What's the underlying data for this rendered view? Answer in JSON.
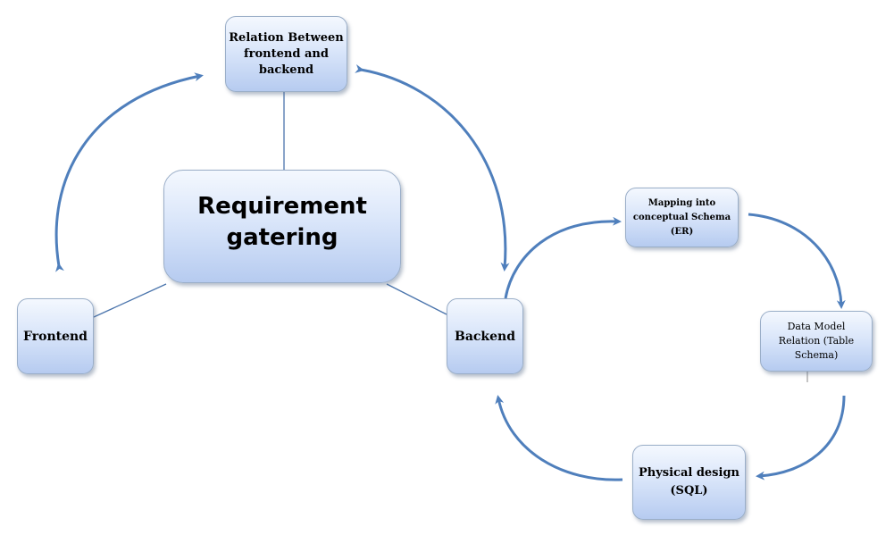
{
  "nodes": {
    "relation": "Relation Between\nfrontend and\nbackend",
    "requirement": "Requirement\ngatering",
    "frontend": "Frontend",
    "backend": "Backend",
    "mapping": "Mapping into\nconceptual Schema\n(ER)",
    "datamodel": "Data  Model\nRelation (Table\nSchema)",
    "physical": "Physical design\n(SQL)"
  },
  "colors": {
    "arrow": "#4f7fbc",
    "connector": "#4a74ac",
    "node_border": "#9aaec8",
    "node_fill_top": "#f4f8fe",
    "node_fill_bottom": "#b6cbf0"
  }
}
